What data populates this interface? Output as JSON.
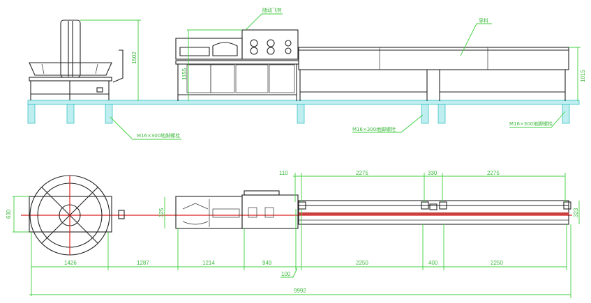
{
  "elevation_view": {
    "labels": {
      "flying_shear": "随动飞剪",
      "guide": "导料",
      "anchor_bolt_left": "M16×300地脚螺栓",
      "anchor_bolt_mid": "M16×300地脚螺栓",
      "anchor_bolt_right": "M16×300地脚螺栓"
    },
    "dimensions": {
      "decoiler_height": "1502",
      "machine_height": "1155",
      "table_height": "1015"
    }
  },
  "plan_view": {
    "dimensions": {
      "decoiler_width": "630",
      "machine_width": "325",
      "table_width": "323",
      "top_gap": "110",
      "top_seg1": "2275",
      "top_mid": "330",
      "top_seg2": "2275",
      "b1": "1426",
      "b2": "1287",
      "b3": "1214",
      "b4": "949",
      "b5": "2250",
      "b6": "400",
      "b7": "2250",
      "offset": "100",
      "overall": "9992"
    }
  },
  "colors": {
    "dimension": "#3fcf3f",
    "centerline": "#dd2222",
    "ground": "#bfeef0"
  }
}
